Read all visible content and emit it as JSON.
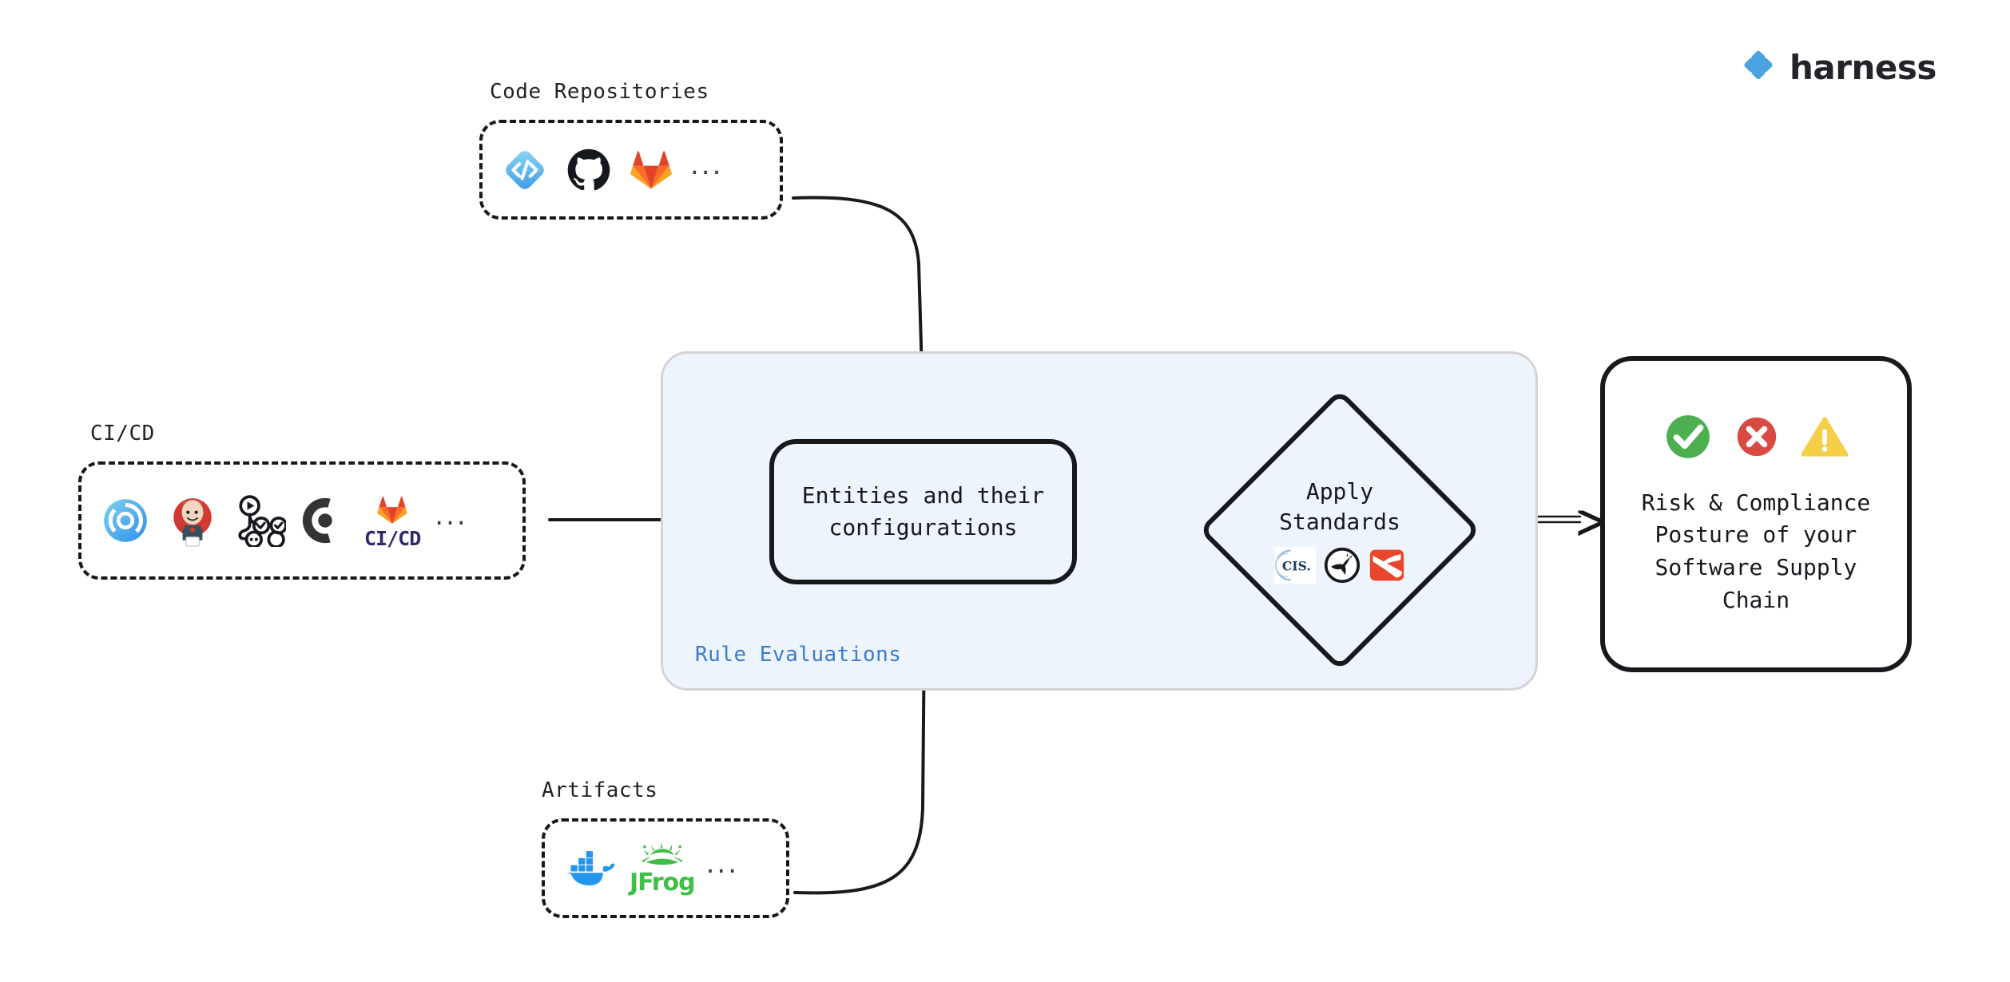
{
  "brand": {
    "name": "harness",
    "logo_icon": "harness-diamond-logo",
    "color": "#4AA3E0"
  },
  "colors": {
    "container_fill": "#eef4fc",
    "container_border": "#d4d4d4",
    "node_stroke": "#17191d",
    "rule_label": "#3a7bd0",
    "success": "#4CAF50",
    "error": "#D94A44",
    "warning": "#F6CE48"
  },
  "sources": [
    {
      "id": "code-repositories",
      "label": "Code Repositories",
      "ellipsis": "...",
      "tools": [
        {
          "name": "harness-code-icon",
          "label": "Harness Code"
        },
        {
          "name": "github-icon",
          "label": "GitHub"
        },
        {
          "name": "gitlab-icon",
          "label": "GitLab"
        }
      ]
    },
    {
      "id": "ci-cd",
      "label": "CI/CD",
      "ellipsis": "...",
      "tools": [
        {
          "name": "harness-ci-icon",
          "label": "Harness CI"
        },
        {
          "name": "jenkins-icon",
          "label": "Jenkins"
        },
        {
          "name": "github-actions-icon",
          "label": "GitHub Actions"
        },
        {
          "name": "circleci-icon",
          "label": "CircleCI"
        },
        {
          "name": "gitlab-cicd-icon",
          "label": "GitLab CI/CD",
          "text": "CI/CD"
        }
      ]
    },
    {
      "id": "artifacts",
      "label": "Artifacts",
      "ellipsis": "...",
      "tools": [
        {
          "name": "docker-icon",
          "label": "Docker"
        },
        {
          "name": "jfrog-icon",
          "label": "JFrog",
          "text": "JFrog"
        }
      ]
    }
  ],
  "pipeline": {
    "container_label": "Rule Evaluations",
    "entities_node": {
      "text": "Entities and their\nconfigurations"
    },
    "standards_node": {
      "text": "Apply\nStandards",
      "standards": [
        {
          "name": "cis-icon",
          "label": "CIS",
          "text": "CIS."
        },
        {
          "name": "owasp-icon",
          "label": "OWASP"
        },
        {
          "name": "slsa-icon",
          "label": "SLSA"
        }
      ]
    },
    "outcome_node": {
      "text": "Risk & Compliance\nPosture of your\nSoftware Supply\nChain",
      "statuses": [
        {
          "name": "check-circle-icon",
          "label": "Pass",
          "color": "#4CAF50"
        },
        {
          "name": "x-circle-icon",
          "label": "Fail",
          "color": "#D94A44"
        },
        {
          "name": "warning-triangle-icon",
          "label": "Warning",
          "color": "#F6CE48"
        }
      ]
    }
  }
}
